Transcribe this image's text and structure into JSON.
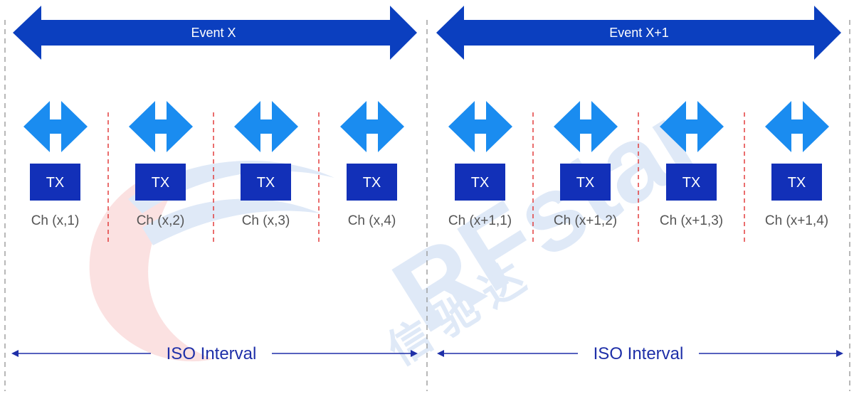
{
  "colors": {
    "event_arrow": "#0b3fbf",
    "channel_arrow": "#1a8cf0",
    "tx_box": "#1230b8",
    "iso_line": "#1e2fa8",
    "separator_red": "#e03030",
    "boundary_gray": "#9a9a9a",
    "watermark_blue": "#dfe9f7",
    "watermark_red": "#fbe1e1"
  },
  "watermark": {
    "brand": "RFstar",
    "chinese": "信 驰 达"
  },
  "events": [
    {
      "label": "Event X",
      "iso_label": "ISO Interval",
      "slots": [
        {
          "tx": "TX",
          "channel": "Ch (x,1)"
        },
        {
          "tx": "TX",
          "channel": "Ch (x,2)"
        },
        {
          "tx": "TX",
          "channel": "Ch (x,3)"
        },
        {
          "tx": "TX",
          "channel": "Ch (x,4)"
        }
      ]
    },
    {
      "label": "Event X+1",
      "iso_label": "ISO Interval",
      "slots": [
        {
          "tx": "TX",
          "channel": "Ch (x+1,1)"
        },
        {
          "tx": "TX",
          "channel": "Ch (x+1,2)"
        },
        {
          "tx": "TX",
          "channel": "Ch (x+1,3)"
        },
        {
          "tx": "TX",
          "channel": "Ch (x+1,4)"
        }
      ]
    }
  ]
}
